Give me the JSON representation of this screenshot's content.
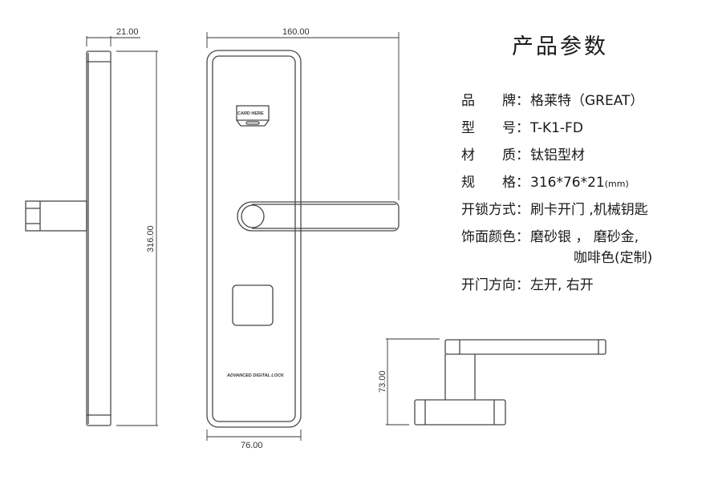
{
  "title": "产品参数",
  "specs": [
    {
      "label": "品　　牌：",
      "value": "格莱特（GREAT）"
    },
    {
      "label": "型　　号：",
      "value": "T-K1-FD"
    },
    {
      "label": "材　　质：",
      "value": "钛铝型材"
    },
    {
      "label": "规　　格：",
      "value": "316*76*21",
      "unit": "(mm)"
    },
    {
      "label": "开锁方式：",
      "value": "刷卡开门 ,机械钥匙"
    },
    {
      "label": "饰面颜色：",
      "value": "磨砂银 ， 磨砂金,",
      "value2": "咖啡色(定制)"
    },
    {
      "label": "开门方向：",
      "value": "左开, 右开"
    }
  ],
  "dimensions": {
    "side_width": "21.00",
    "height": "316.00",
    "overall_width": "160.00",
    "plate_width": "76.00",
    "lever_depth": "73.00"
  },
  "panel_labels": {
    "card": "CARD HERE",
    "brand": "ADVANCED DIGITAL LOCK"
  }
}
